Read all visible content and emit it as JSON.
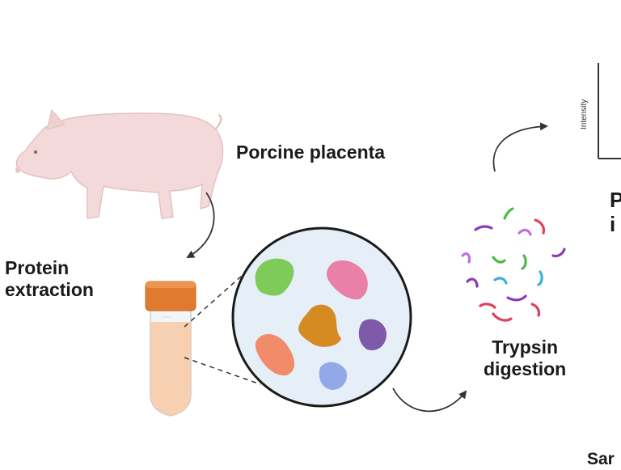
{
  "labels": {
    "source": "Porcine placenta",
    "step1_line1": "Protein",
    "step1_line2": "extraction",
    "step2_line1": "Trypsin",
    "step2_line2": "digestion",
    "cut_right_1": "P",
    "cut_right_2": "i",
    "cut_bottom": "Sar"
  },
  "spectrum_axis": {
    "ylabel": "Intensity"
  },
  "icons": [
    "pig-icon",
    "falcon-tube-icon",
    "magnified-proteins-icon",
    "peptide-fragments-icon",
    "spectrum-plot-icon"
  ],
  "colors": {
    "pig": "#f3d9d9",
    "tube_cap": "#e07a2e",
    "tube_liquid": "#f7c9a4",
    "lens_fill": "#e6eff8",
    "protein_green": "#7ecb5a",
    "protein_pink": "#e880a8",
    "protein_orange": "#d58a22",
    "protein_purple": "#7e5aa8",
    "protein_salmon": "#f28b6a",
    "protein_blue": "#93a8e8",
    "peptide_green": "#4fb848",
    "peptide_purple": "#8a3cb4",
    "peptide_violet": "#c070d8",
    "peptide_cyan": "#3ab0d8",
    "peptide_red": "#e0405a"
  }
}
